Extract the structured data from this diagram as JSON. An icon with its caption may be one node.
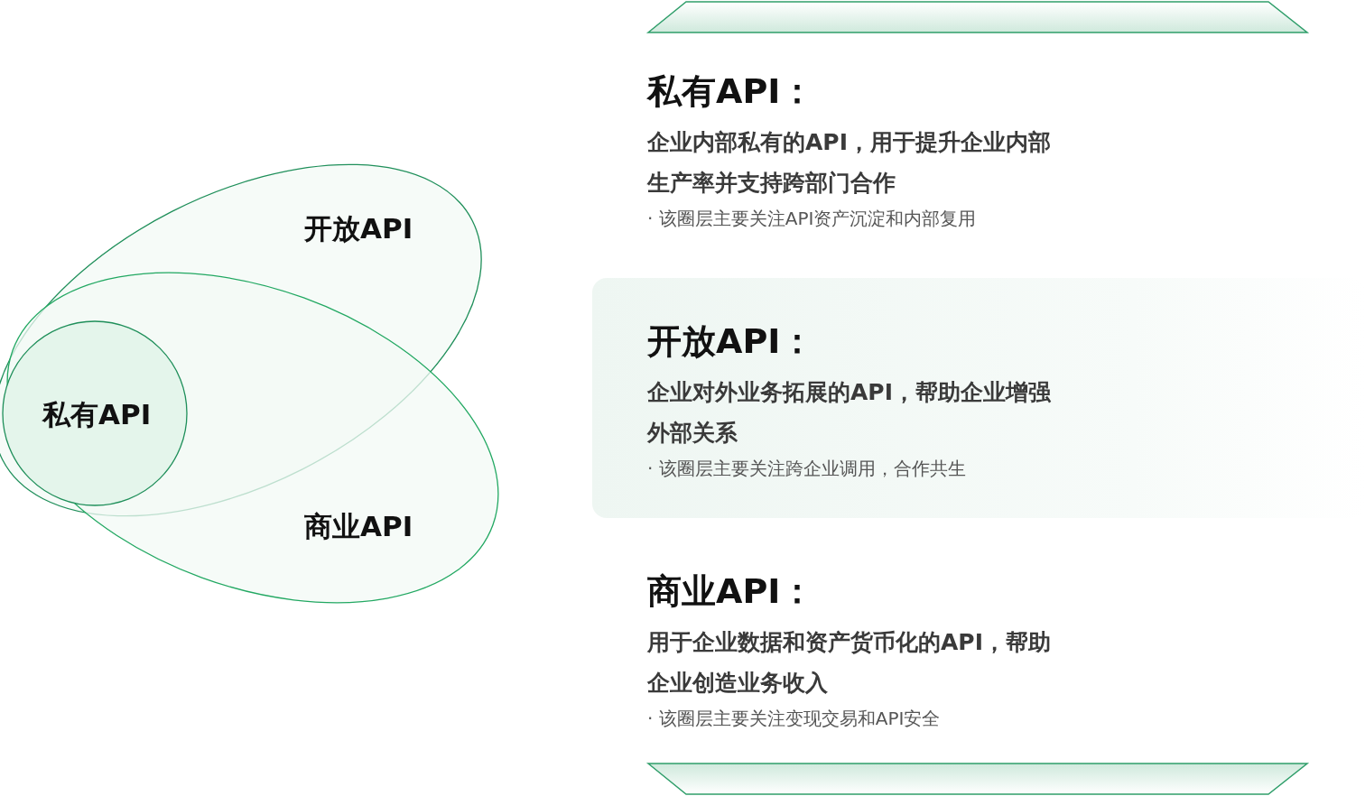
{
  "diagram": {
    "nodes": [
      {
        "text": [
          "开放API"
        ]
      },
      {
        "text": [
          "商业API"
        ]
      },
      {
        "text": [
          "私有API"
        ]
      },
      {
        "text": [
          "私有API：",
          "企业内部私有的API，用于提升企业内部生产率并支持跨部门合作",
          "· 该圈层主要关注API资产沉淀和内部复用"
        ]
      },
      {
        "text": [
          "开放API：",
          "企业对外业务拓展的API，帮助企业增强外部关系",
          "· 该圈层主要关注跨企业调用，合作共生"
        ]
      },
      {
        "text": [
          "商业API：",
          "用于企业数据和资产货币化的API，帮助企业创造业务收入",
          "· 该圈层主要关注变现交易和API安全"
        ]
      }
    ],
    "edges": []
  }
}
